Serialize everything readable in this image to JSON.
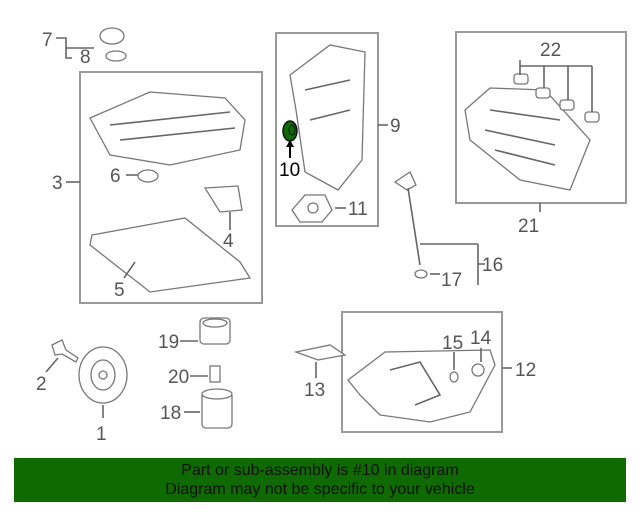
{
  "diagram": {
    "highlight_color": "#0f6a02",
    "highlighted_part": "10",
    "callouts": [
      "1",
      "2",
      "3",
      "4",
      "5",
      "6",
      "7",
      "8",
      "9",
      "10",
      "11",
      "12",
      "13",
      "14",
      "15",
      "16",
      "17",
      "18",
      "19",
      "20",
      "21",
      "22"
    ]
  },
  "banner": {
    "line1": "Part or sub-assembly is #10 in diagram",
    "line2": "Diagram may not be specific to your vehicle",
    "color": "#0f6a02"
  }
}
